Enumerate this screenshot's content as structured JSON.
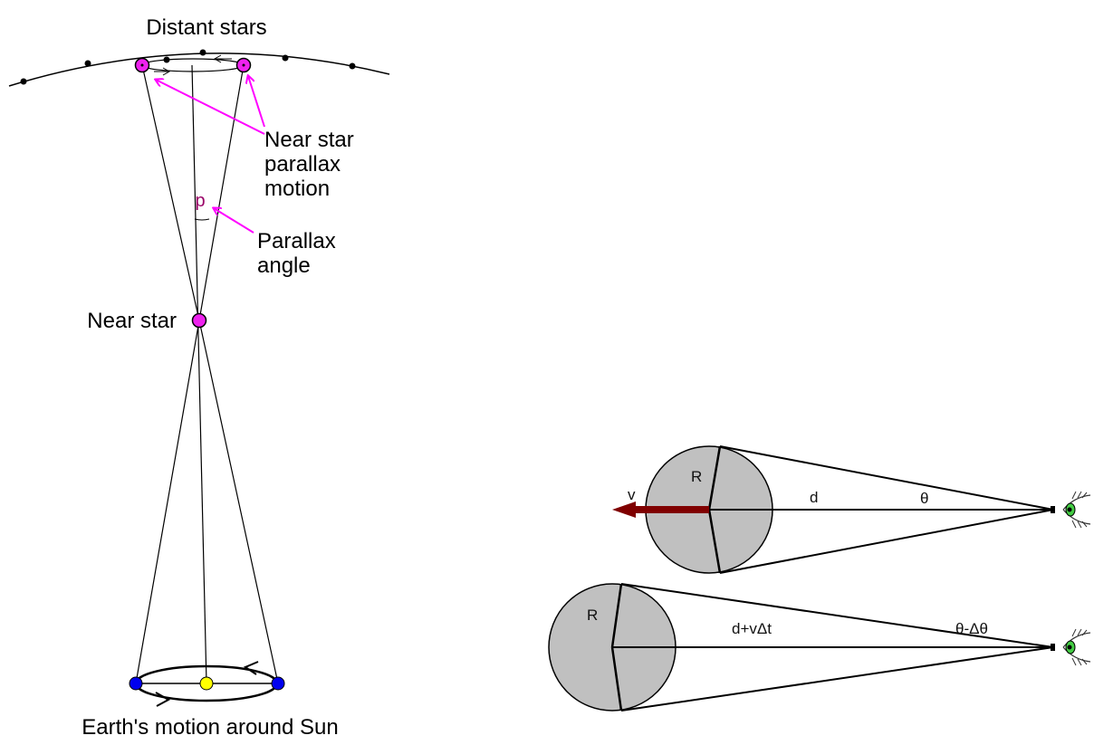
{
  "parallax": {
    "top_label": "Distant stars",
    "near_star_motion_label": [
      "Near star",
      "parallax",
      "motion"
    ],
    "angle_symbol": "p",
    "parallax_angle_label": [
      "Parallax",
      "angle"
    ],
    "near_star_label": "Near star",
    "bottom_label": "Earth's motion around Sun",
    "colors": {
      "star": "#ee22ee",
      "pointer": "#ff00ff",
      "earth": "#0000ee",
      "sun": "#ffff00",
      "angle": "#990066"
    }
  },
  "size_change": {
    "top": {
      "radius": "R",
      "velocity": "v",
      "distance": "d",
      "angle": "θ"
    },
    "bottom": {
      "radius": "R",
      "distance": "d+vΔt",
      "angle": "θ-Δθ"
    },
    "colors": {
      "body": "#c0c0c0",
      "arrow": "#800000",
      "iris": "#44cc44"
    },
    "icons": [
      "eye-icon",
      "eye-icon"
    ]
  }
}
